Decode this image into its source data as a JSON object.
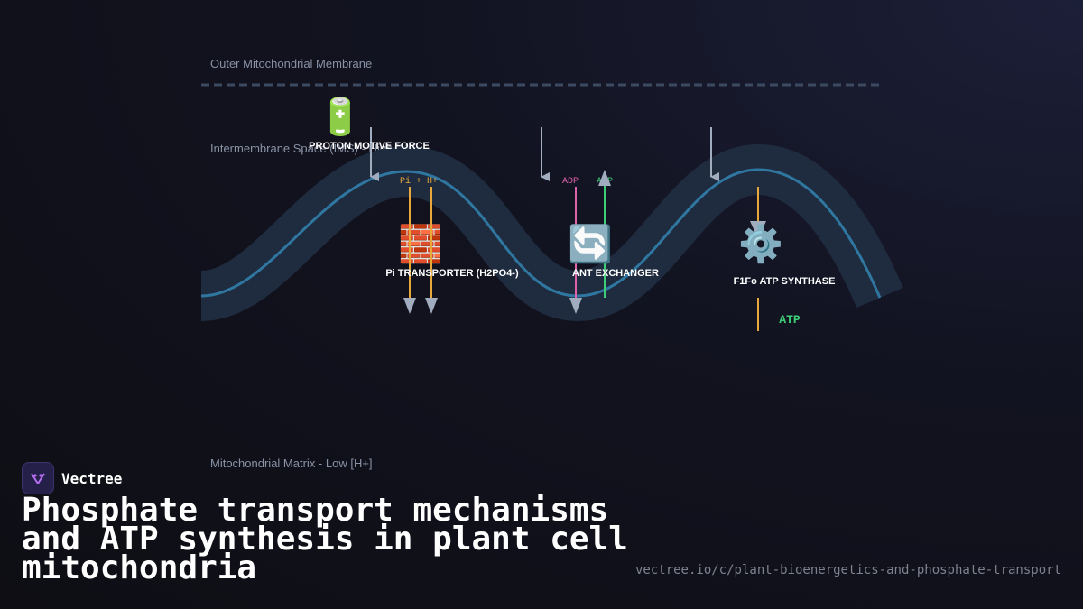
{
  "regions": {
    "outer_membrane": "Outer Mitochondrial Membrane",
    "intermembrane_space": "Intermembrane Space (IMS) - High [H+]",
    "matrix": "Mitochondrial Matrix - Low [H+]"
  },
  "components": {
    "proton_motive_force": {
      "label": "PROTON MOTIVE FORCE",
      "icon": "battery-icon",
      "glyph": "🔋"
    },
    "pi_transporter": {
      "label": "Pi TRANSPORTER (H2PO4-)",
      "icon": "bricks-icon",
      "glyph": "🧱",
      "flux_label": "Pi + H+"
    },
    "ant_exchanger": {
      "label": "ANT EXCHANGER",
      "icon": "refresh-arrows-icon",
      "glyph": "🔄",
      "adp_label": "ADP",
      "atp_label": "ATP"
    },
    "atp_synthase": {
      "label": "F1Fo ATP SYNTHASE",
      "icon": "gear-icon",
      "glyph": "⚙️",
      "output_label": "ATP"
    }
  },
  "colors": {
    "membrane_band": "#1f2b3e",
    "membrane_line": "#2f77a0",
    "outer_membrane": "#3b4a60",
    "proton_arrow": "#a2acbf",
    "pi_flux": "#e8a93a",
    "adp": "#e062ab",
    "atp": "#3fce78"
  },
  "brand": {
    "name": "Vectree"
  },
  "title": "Phosphate transport mechanisms and ATP synthesis in plant cell mitochondria",
  "url": "vectree.io/c/plant-bioenergetics-and-phosphate-transport"
}
